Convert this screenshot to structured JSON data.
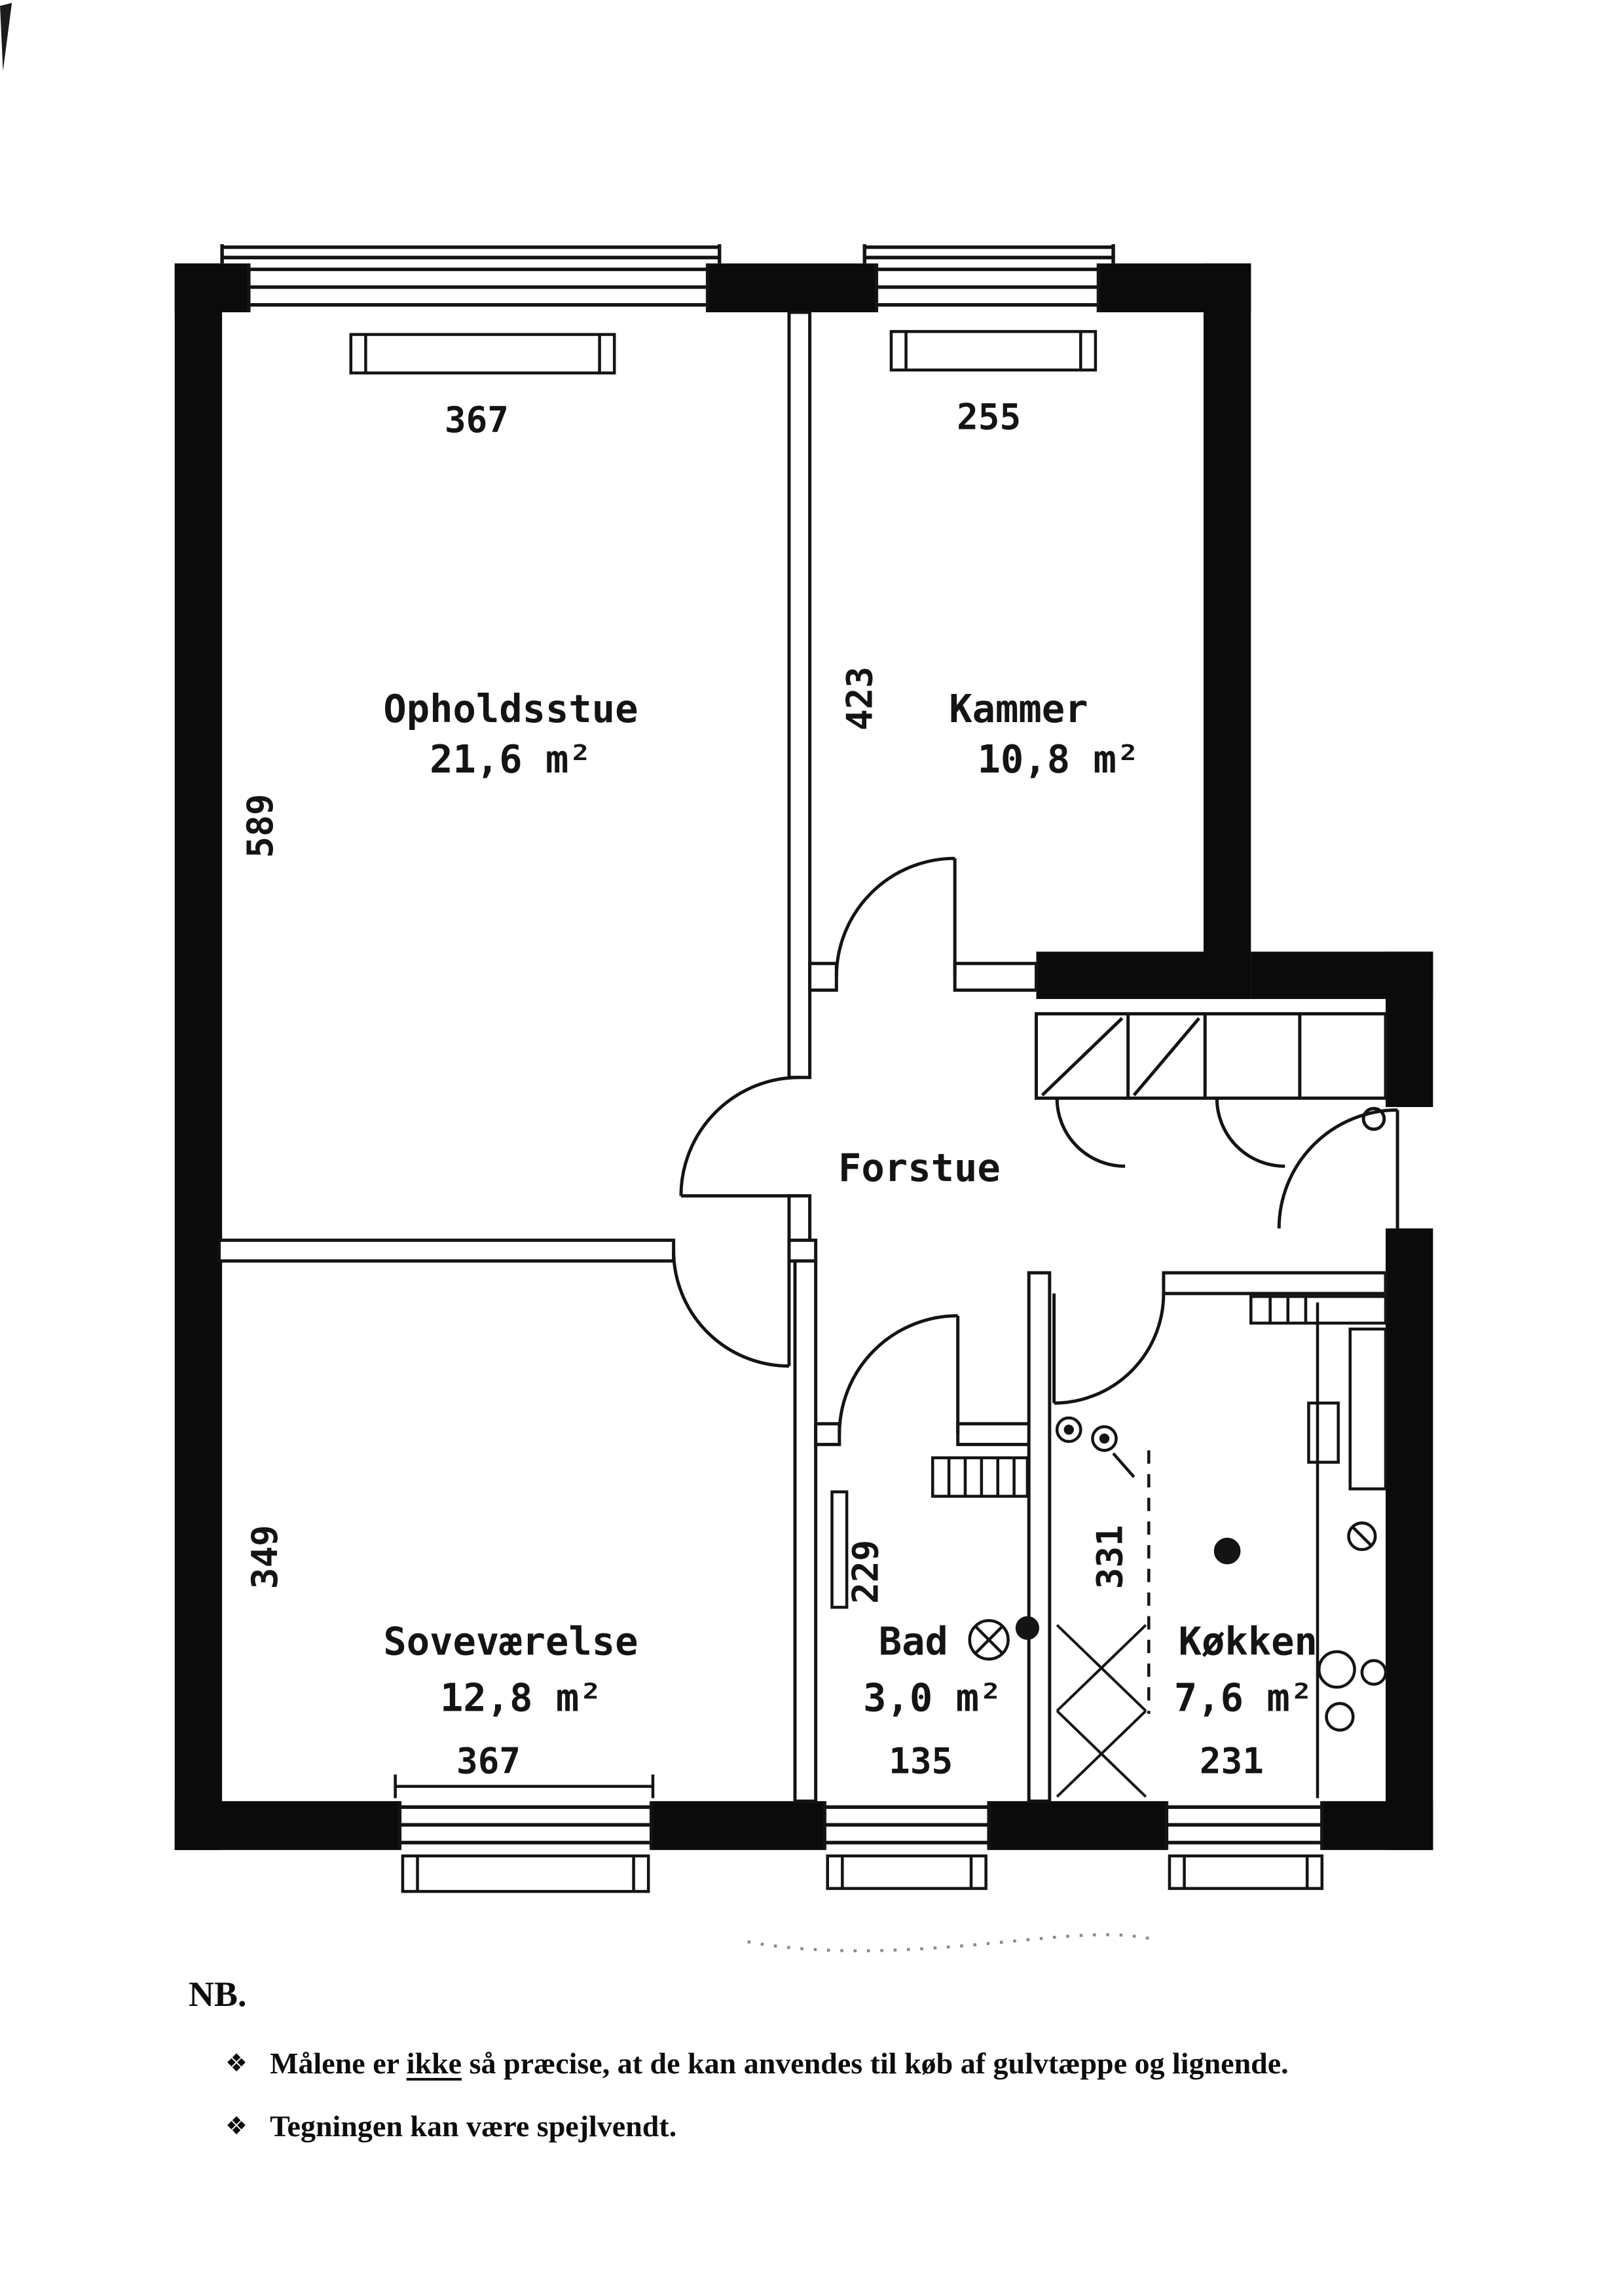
{
  "floorplan": {
    "rooms": [
      {
        "name": "Opholdsstue",
        "area": "21,6 m²"
      },
      {
        "name": "Kammer",
        "area": "10,8 m²"
      },
      {
        "name": "Forstue",
        "area": ""
      },
      {
        "name": "Soveværelse",
        "area": "12,8 m²"
      },
      {
        "name": "Bad",
        "area": "3,0 m²"
      },
      {
        "name": "Køkken",
        "area": "7,6 m²"
      }
    ],
    "dims": {
      "op_w": "367",
      "op_h": "589",
      "kam_w": "255",
      "kam_h": "423",
      "sov_h": "349",
      "sov_w": "367",
      "bad_w": "135",
      "bad_h": "229",
      "kok_w": "231",
      "kok_h": "331"
    }
  },
  "notes": {
    "heading": "NB.",
    "bullet": "❖",
    "item1_pre": "Målene er ",
    "item1_emph": "ikke",
    "item1_post": " så præcise, at de kan anvendes til køb af gulvtæppe og lignende.",
    "item2": "Tegningen kan være spejlvendt."
  }
}
